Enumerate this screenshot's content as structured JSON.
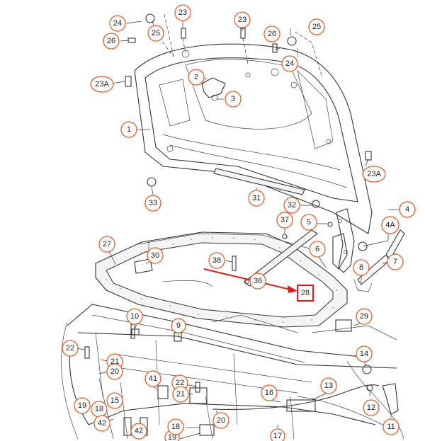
{
  "diagram": {
    "callouts": [
      "24",
      "25",
      "23",
      "26",
      "23",
      "26",
      "25",
      "24",
      "23A",
      "2",
      "3",
      "1",
      "23A",
      "33",
      "31",
      "32",
      "4",
      "4A",
      "5",
      "37",
      "27",
      "30",
      "6",
      "38",
      "36",
      "7",
      "8",
      "28",
      "10",
      "9",
      "29",
      "22",
      "21",
      "20",
      "41",
      "22",
      "21",
      "14",
      "16",
      "13",
      "19",
      "18",
      "15",
      "12",
      "42",
      "42",
      "19",
      "18",
      "20",
      "17",
      "11"
    ],
    "highlight": {
      "label": "28",
      "color": "#e11b1b"
    },
    "callout_color": "#e0622a"
  }
}
